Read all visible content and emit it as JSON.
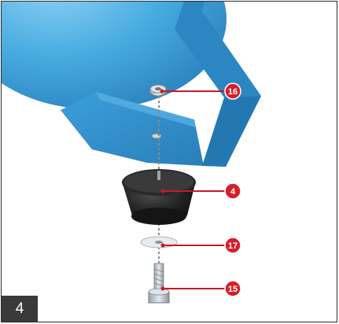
{
  "figure": {
    "step_number": "4",
    "callouts": [
      "16",
      "4",
      "17",
      "15"
    ],
    "colors": {
      "tank_blue": "#3aa0d8",
      "bracket_blue": "#2f8fcc",
      "callout_red": "#d5202a",
      "rubber_black": "#1c1c1c",
      "frame": "#2b2b2b",
      "step_badge": "#3a3a3a"
    }
  }
}
